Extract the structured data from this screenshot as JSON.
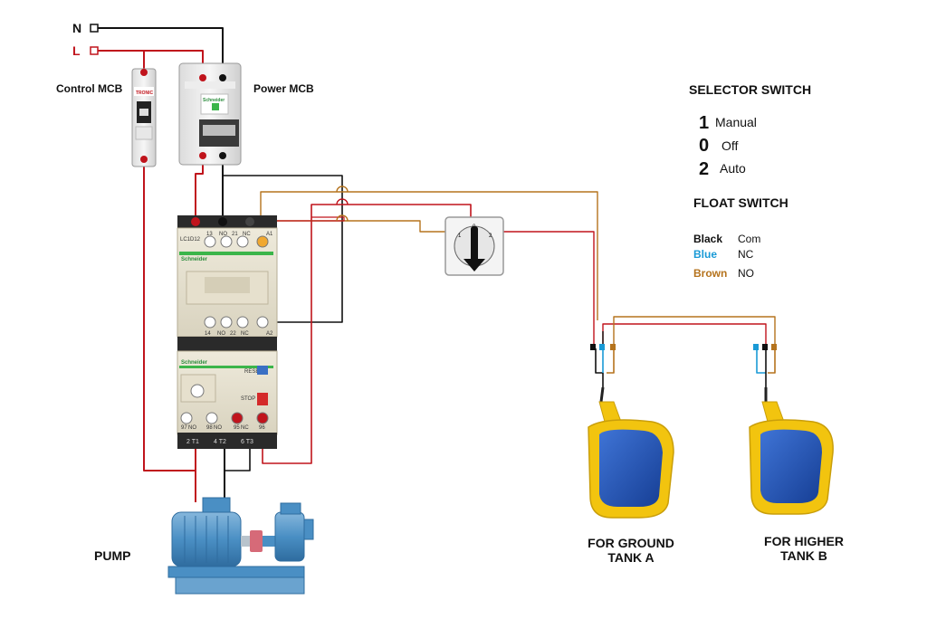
{
  "supply": {
    "neutral": "N",
    "line": "L"
  },
  "labels": {
    "control_mcb": "Control MCB",
    "power_mcb": "Power MCB",
    "pump": "PUMP",
    "tank_a_line1": "FOR GROUND",
    "tank_a_line2": "TANK A",
    "tank_b_line1": "FOR HIGHER",
    "tank_b_line2": "TANK B"
  },
  "devices": {
    "control_mcb_brand": "TRONIC",
    "power_mcb_brand": "Schneider",
    "contactor_model": "LC1D12",
    "contactor_brand": "Schneider",
    "overload_brand": "Schneider",
    "overload_reset": "RESET",
    "overload_stop": "STOP",
    "contactor_top_terms": [
      "13",
      "NO",
      "21",
      "NC",
      "A1"
    ],
    "contactor_bottom_terms": [
      "14",
      "NO",
      "22",
      "NC",
      "A2"
    ],
    "overload_terms": [
      "97",
      "NO",
      "98",
      "NO",
      "95",
      "NC",
      "96"
    ],
    "overload_phase_terms": [
      "2 T1",
      "4 T2",
      "6 T3"
    ],
    "selector_positions": [
      "1",
      "0",
      "2"
    ]
  },
  "selector_legend": {
    "title": "SELECTOR SWITCH",
    "items": [
      {
        "num": "1",
        "text": "Manual"
      },
      {
        "num": "0",
        "text": "Off"
      },
      {
        "num": "2",
        "text": "Auto"
      }
    ]
  },
  "float_legend": {
    "title": "FLOAT SWITCH",
    "items": [
      {
        "wire": "Black",
        "meaning": "Com",
        "color": "#111111"
      },
      {
        "wire": "Blue",
        "meaning": "NC",
        "color": "#1a9ad6"
      },
      {
        "wire": "Brown",
        "meaning": "NO",
        "color": "#b5731d"
      }
    ]
  },
  "colors": {
    "line_wire": "#c0141c",
    "neutral_wire": "#111111",
    "ctrl_wire": "#b5731d",
    "float_yellow": "#f2c40f",
    "float_blue": "#1c4fa8",
    "pump_blue": "#4a8fc4"
  }
}
